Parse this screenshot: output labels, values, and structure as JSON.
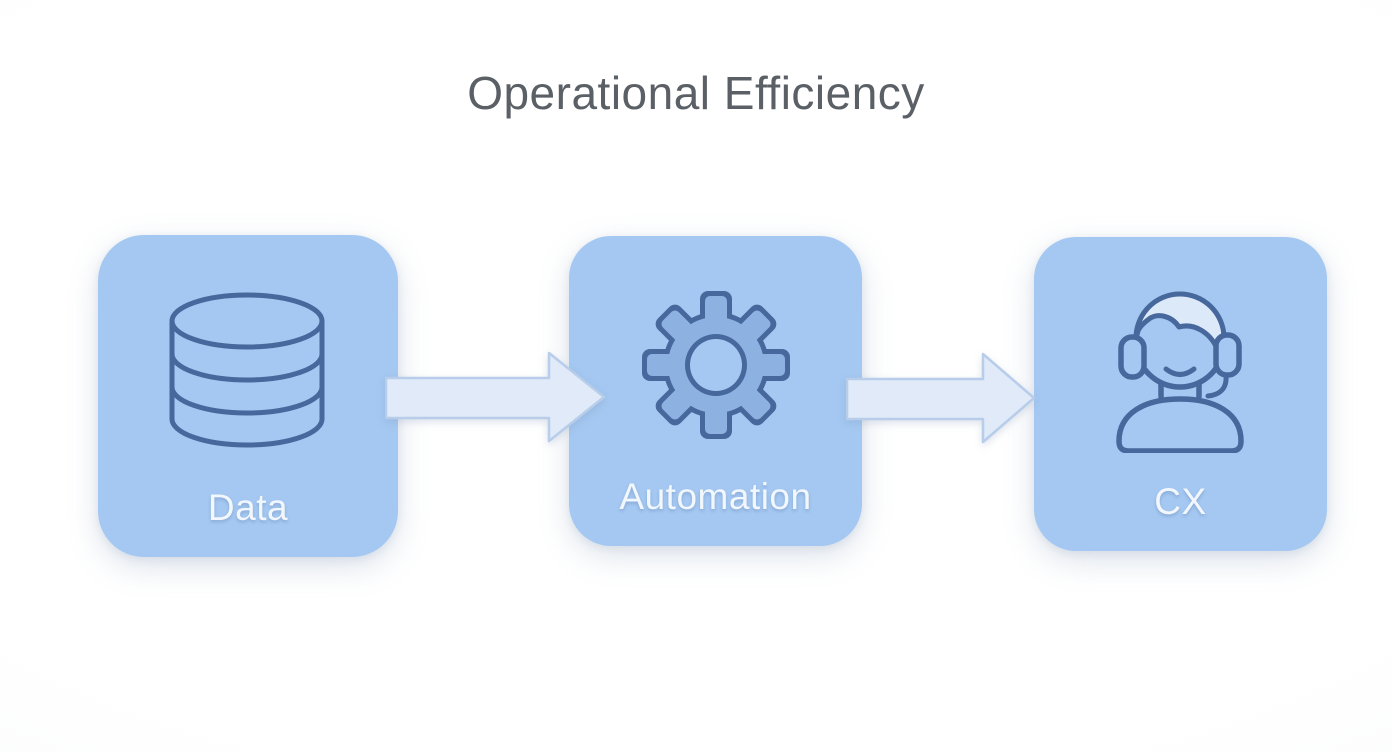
{
  "title": "Operational Efficiency",
  "flow": {
    "nodes": [
      {
        "label": "Data",
        "icon": "database-icon"
      },
      {
        "label": "Automation",
        "icon": "gear-icon"
      },
      {
        "label": "CX",
        "icon": "headset-agent-icon"
      }
    ],
    "connectors": [
      {
        "from": "Data",
        "to": "Automation",
        "shape": "block-arrow-right"
      },
      {
        "from": "Automation",
        "to": "CX",
        "shape": "block-arrow-right"
      }
    ]
  },
  "colors": {
    "background": "#fdfdfe",
    "box_fill": "#a4c8f1",
    "icon_stroke": "#47689c",
    "gear_fill": "#8db2e2",
    "hair_fill": "#dce9f8",
    "arrow_fill": "#e0eaf8",
    "arrow_stroke": "#b7cde9",
    "title_color": "#5b6067",
    "label_color": "#f2f7fd"
  }
}
